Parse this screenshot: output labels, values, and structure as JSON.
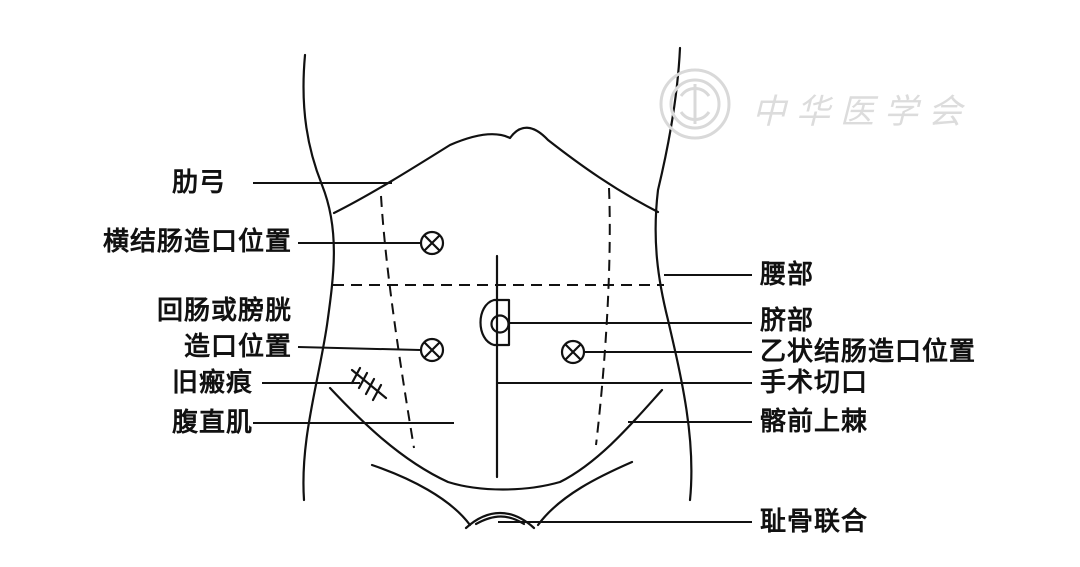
{
  "labels": {
    "costal_arch": "肋弓",
    "transverse_colostomy_site": "横结肠造口位置",
    "ileostomy_line1": "回肠或膀胱",
    "ileostomy_line2": "造口位置",
    "old_scar": "旧瘢痕",
    "rectus_abdominis": "腹直肌",
    "waist": "腰部",
    "umbilicus": "脐部",
    "sigmoid_colostomy_site": "乙状结肠造口位置",
    "surgical_incision": "手术切口",
    "anterior_superior_iliac_spine": "髂前上棘",
    "pubic_symphysis": "耻骨联合"
  },
  "watermark": {
    "text": "中华医学会"
  },
  "colors": {
    "ink": "#111111",
    "watermark": "#dcdcdc"
  },
  "icons": {
    "stoma_marker": "circle-with-x",
    "umbilicus_marker": "small-circle"
  }
}
